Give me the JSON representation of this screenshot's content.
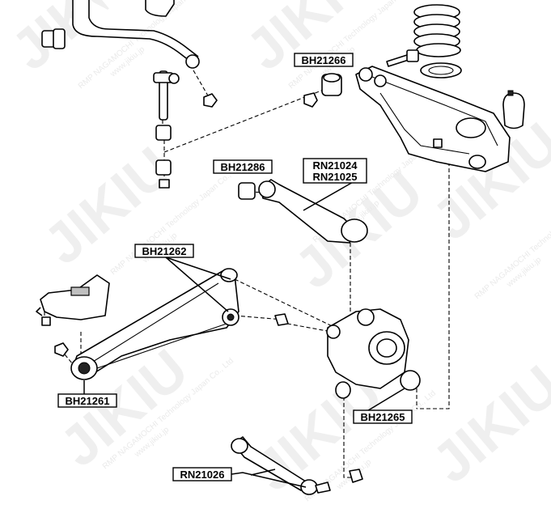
{
  "watermark": {
    "brand": "JIKIU",
    "company": "RMP NAGAMOCHI Technology Japan Co., Ltd",
    "url": "www.jikiu.jp"
  },
  "part_labels": {
    "bh21266": "BH21266",
    "bh21286": "BH21286",
    "rn21024": "RN21024",
    "rn21025": "RN21025",
    "bh21262": "BH21262",
    "bh21261": "BH21261",
    "bh21265": "BH21265",
    "rn21026": "RN21026"
  }
}
